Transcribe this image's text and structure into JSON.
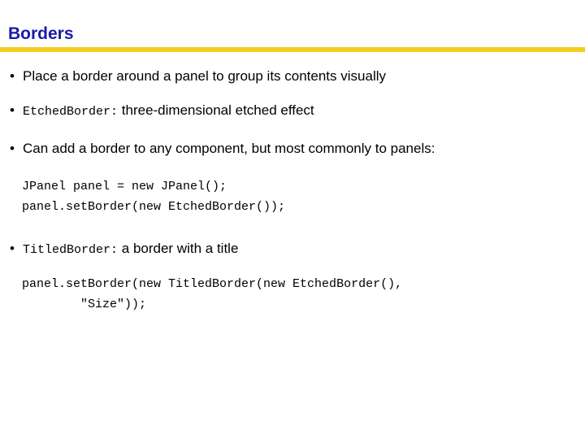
{
  "slide": {
    "title": "Borders",
    "accent_color": "#f2ce1e",
    "title_color": "#1a1aa8",
    "background_color": "#ffffff",
    "text_color": "#000000",
    "bullet_glyph": "•"
  },
  "content": {
    "bullet1": {
      "text": "Place a border around a panel to group its contents visually"
    },
    "bullet2": {
      "code_term": "EtchedBorder",
      "colon": ":",
      "text": " three-dimensional etched effect"
    },
    "bullet3": {
      "text": "Can add a border to any component, but most commonly to panels:"
    },
    "code_block1": {
      "lines": [
        "JPanel panel = new JPanel();",
        "panel.setBorder(new EtchedBorder());"
      ],
      "text": "JPanel panel = new JPanel();\npanel.setBorder(new EtchedBorder());"
    },
    "bullet4": {
      "code_term": "TitledBorder",
      "colon": ":",
      "text": " a border with a title"
    },
    "code_block2": {
      "lines": [
        "panel.setBorder(new TitledBorder(new EtchedBorder(),",
        "        \"Size\"));"
      ],
      "text": "panel.setBorder(new TitledBorder(new EtchedBorder(),\n        \"Size\"));"
    }
  }
}
